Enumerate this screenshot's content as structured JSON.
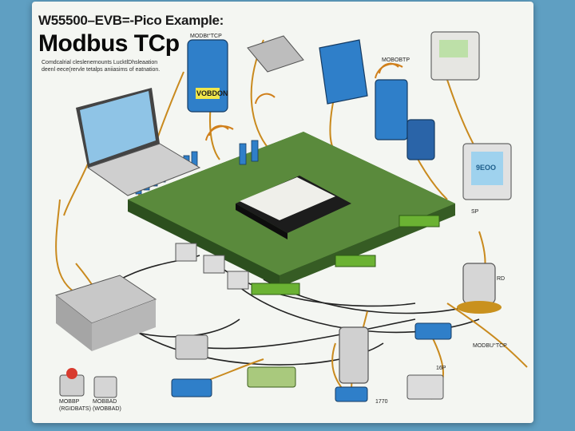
{
  "title_line1": "W55500–EVB=-Pico Example:",
  "title_line2": "Modbus TCp",
  "description": "Comdcalrial cleslenernounts LucktlDhsleaation deenl eece(rervle tetalps aniiasims of eatnation.",
  "labels": {
    "top_modbus_tcp": "MODBt°TCP",
    "right_modbstp": "MOBOBTP",
    "chip_vobdon": "VOBDON",
    "sensor_display": "9EOO",
    "left_sp": "SP",
    "right_rd": "RD",
    "bottom_modbus_tcp": "MODBU°TCP",
    "bottom_16p": "16P",
    "bottom_number": "1770",
    "modbp": "MOBBP",
    "modbp_sub": "(RGIDBATS)",
    "modbp2": "MOBBAD",
    "modbp2_sub": "(WOBBAD)"
  },
  "colors": {
    "background": "#5f9fc2",
    "paper": "#f4f6f2",
    "pcb": "#5a8a3c",
    "wire_orange": "#c98a1e",
    "wire_black": "#222222",
    "device_blue": "#2f7fc9"
  }
}
